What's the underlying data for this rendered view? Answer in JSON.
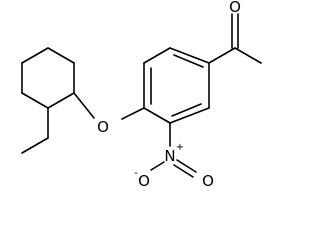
{
  "diagram": {
    "type": "chemical-structure",
    "atoms": {
      "carbonyl_oxygen": "O",
      "ether_oxygen": "O",
      "nitro_nitrogen": "N",
      "nitro_nitrogen_charge": "+",
      "nitro_oxygen_left": "O",
      "nitro_oxygen_left_charge": "-",
      "nitro_oxygen_right": "O"
    }
  }
}
